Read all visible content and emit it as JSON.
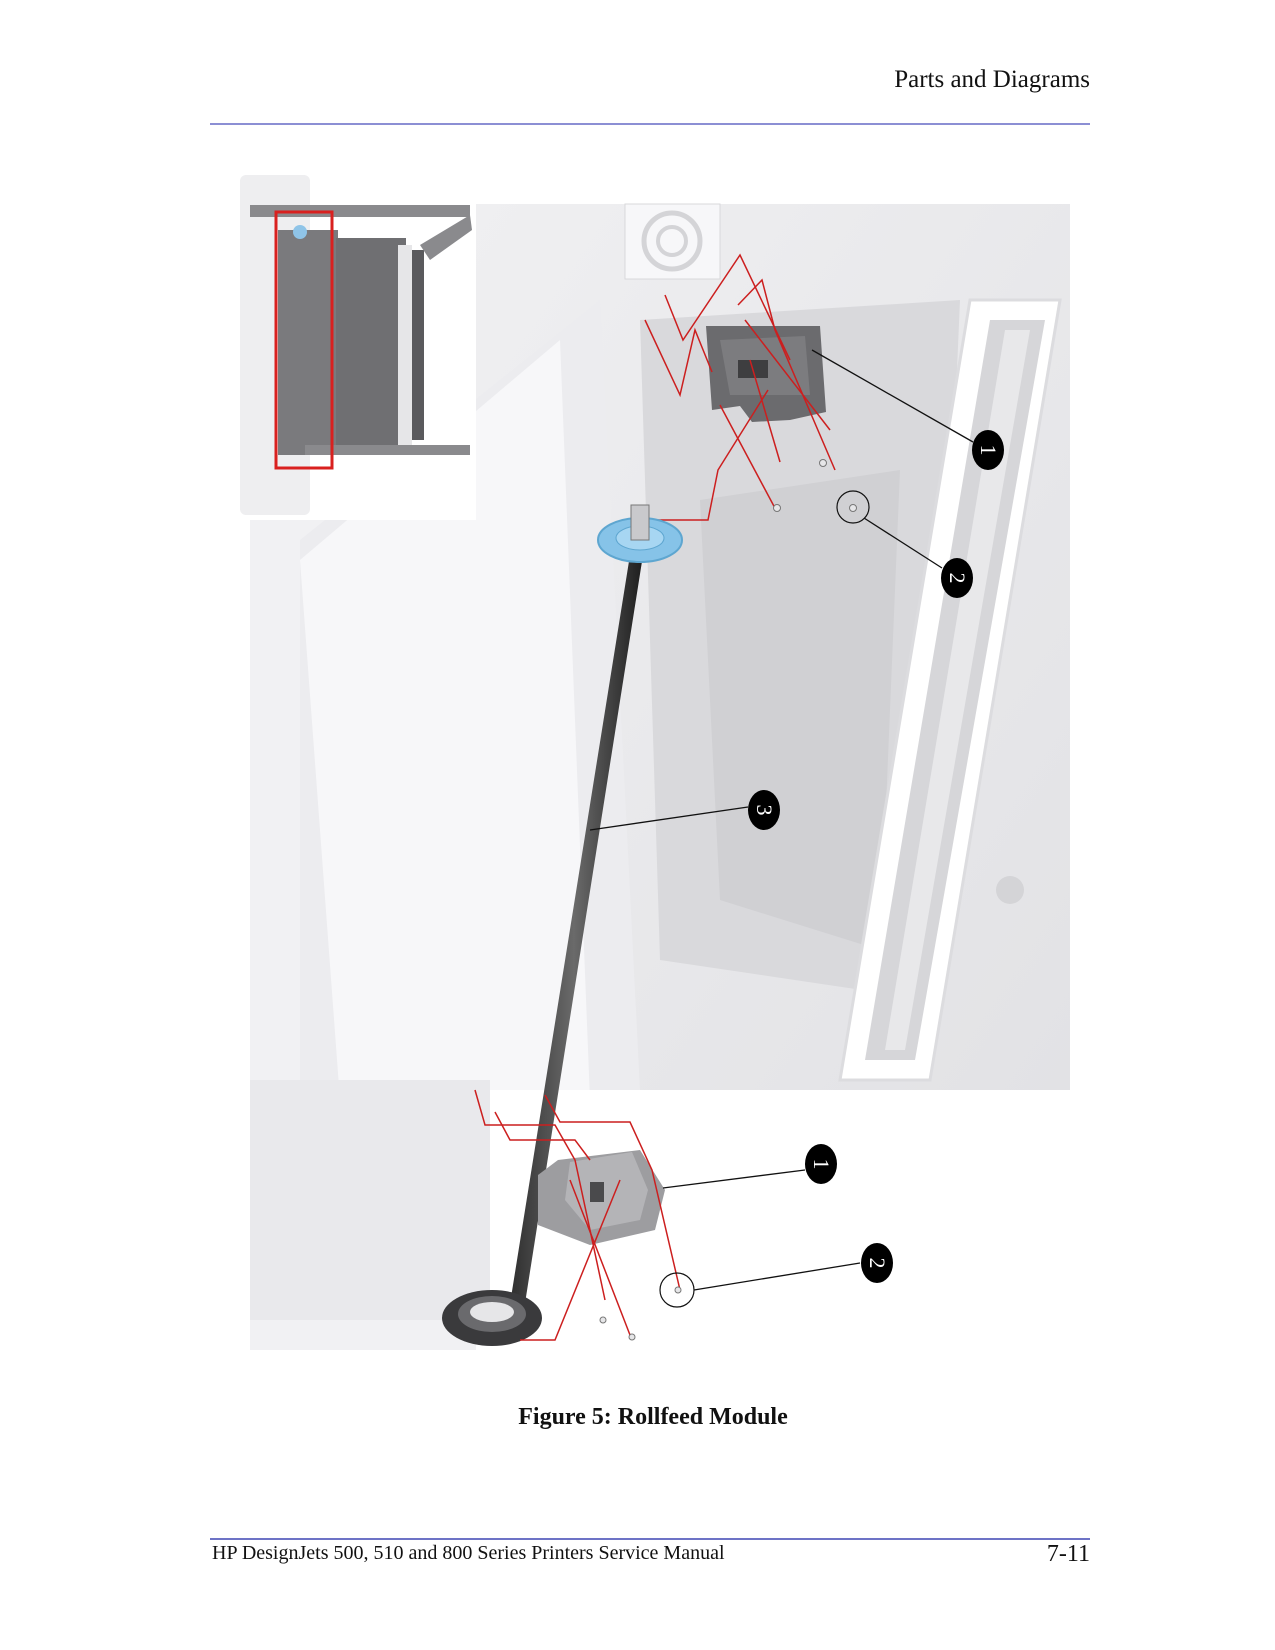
{
  "header": {
    "section_title": "Parts and Diagrams",
    "rule_color": "#8c8fd4"
  },
  "figure": {
    "caption": "Figure 5: Rollfeed Module",
    "inset_highlight_color": "#d9201f",
    "explode_line_color": "#cc1f1f",
    "callouts": [
      {
        "label": "1",
        "part": "upper rollfeed bracket"
      },
      {
        "label": "2",
        "part": "upper screw"
      },
      {
        "label": "3",
        "part": "spindle / rollfeed shaft"
      },
      {
        "label": "1",
        "part": "lower rollfeed bracket"
      },
      {
        "label": "2",
        "part": "lower screw"
      }
    ]
  },
  "footer": {
    "manual_title": "HP DesignJets 500, 510 and 800 Series Printers Service Manual",
    "page_number": "7-11",
    "rule_color": "#6d73c6"
  }
}
